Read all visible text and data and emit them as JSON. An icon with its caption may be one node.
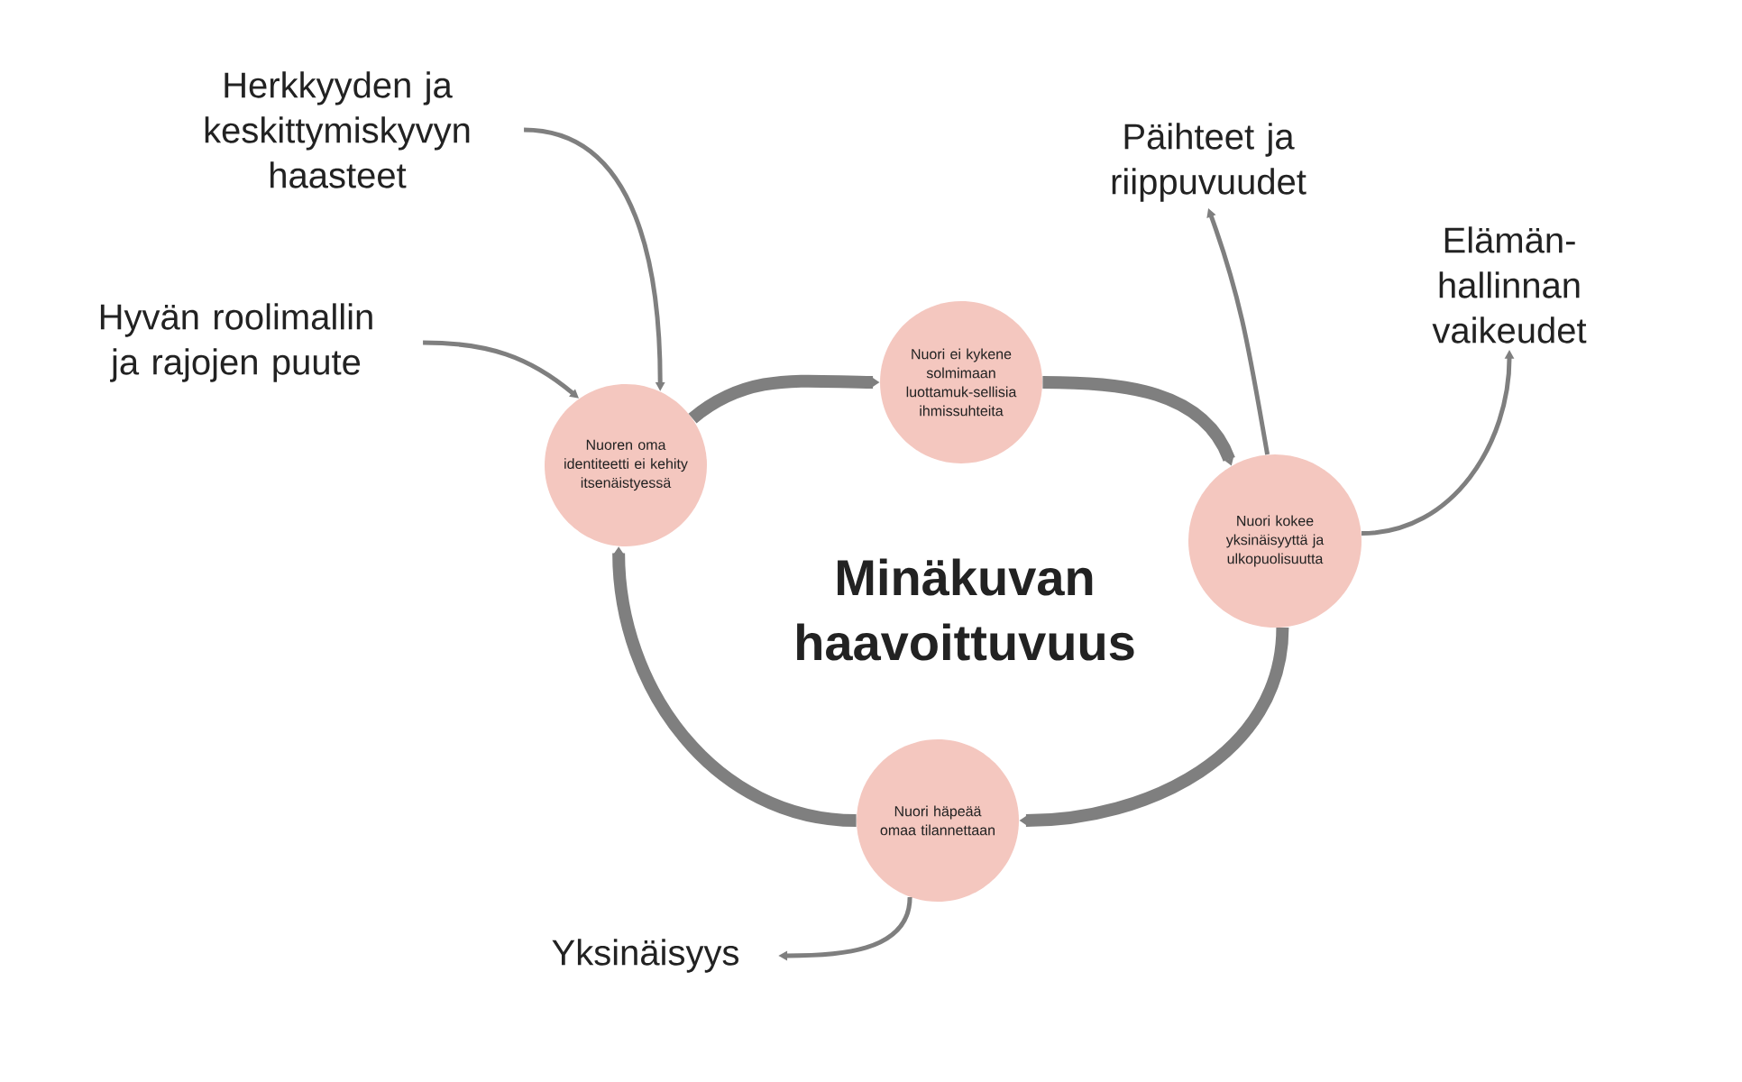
{
  "diagram": {
    "title": "Minäkuvan haavoittuvuus",
    "nodes": [
      {
        "text": [
          "Nuoren oma identiteetti ei kehity itsenäistyessä"
        ]
      },
      {
        "text": [
          "Nuori ei kykene solmimaan luottamuk-sellisia ihmissuhteita"
        ]
      },
      {
        "text": [
          "Nuori kokee yksinäisyyttä ja ulkopuolisuutta"
        ]
      },
      {
        "text": [
          "Nuori häpeää omaa tilannettaan"
        ]
      },
      {
        "text": [
          "Herkkyyden ja keskittymiskyvyn haasteet"
        ]
      },
      {
        "text": [
          "Hyvän roolimallin ja rajojen puute"
        ]
      },
      {
        "text": [
          "Päihteet ja riippuvuudet"
        ]
      },
      {
        "text": [
          "Elämän-hallinnan vaikeudet"
        ]
      },
      {
        "text": [
          "Yksinäisyys"
        ]
      }
    ],
    "edges": [
      {
        "from": 0,
        "to": 1,
        "arrow": "to",
        "style": "thick"
      },
      {
        "from": 1,
        "to": 2,
        "arrow": "to",
        "style": "thick"
      },
      {
        "from": 2,
        "to": 3,
        "arrow": "to",
        "style": "thick"
      },
      {
        "from": 3,
        "to": 0,
        "arrow": "to",
        "style": "thick"
      },
      {
        "from": 4,
        "to": 0,
        "arrow": "to"
      },
      {
        "from": 5,
        "to": 0,
        "arrow": "to"
      },
      {
        "from": 2,
        "to": 6,
        "arrow": "to"
      },
      {
        "from": 2,
        "to": 7,
        "arrow": "to"
      },
      {
        "from": 3,
        "to": 8,
        "arrow": "to"
      }
    ]
  }
}
